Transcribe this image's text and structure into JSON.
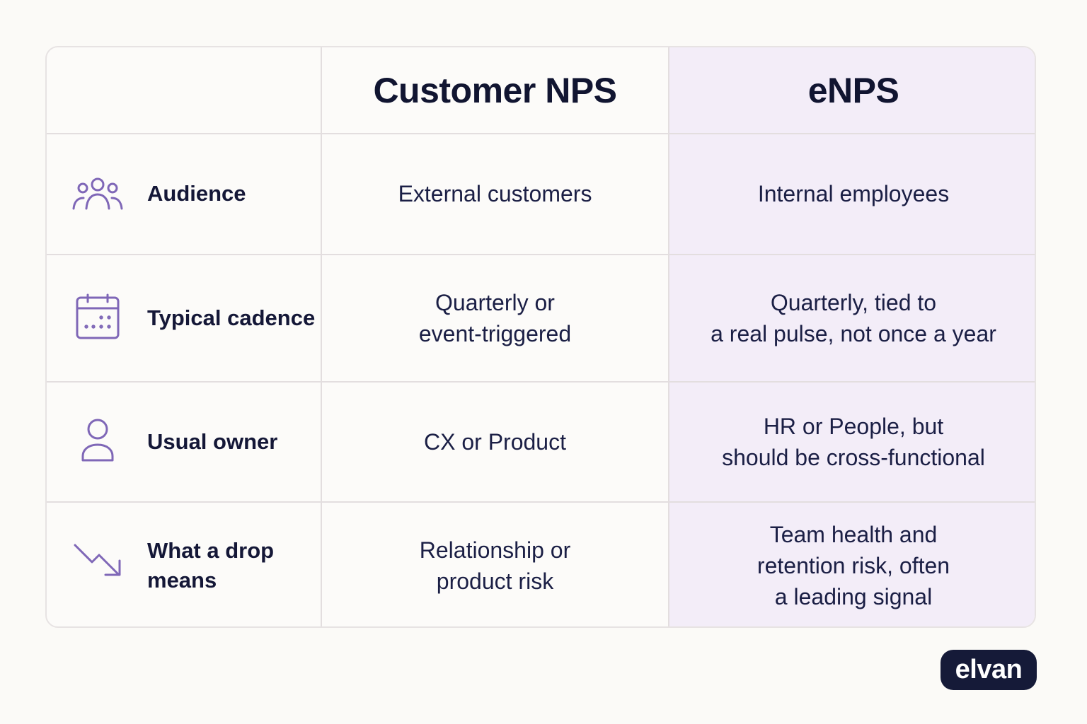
{
  "comparison": {
    "columns": [
      {
        "header": "Customer NPS"
      },
      {
        "header": "eNPS"
      }
    ],
    "rows": [
      {
        "label": "Audience",
        "icon": "people-group-icon",
        "customer_nps": "External customers",
        "enps": "Internal employees"
      },
      {
        "label": "Typical cadence",
        "icon": "calendar-icon",
        "customer_nps": "Quarterly or\nevent-triggered",
        "enps": "Quarterly, tied to\na real pulse, not once a year"
      },
      {
        "label": "Usual owner",
        "icon": "person-icon",
        "customer_nps": "CX or Product",
        "enps": "HR or People, but\nshould be cross-functional"
      },
      {
        "label": "What a drop\nmeans",
        "icon": "trend-down-icon",
        "customer_nps": "Relationship or\nproduct risk",
        "enps": "Team health and\nretention risk, often\na leading signal"
      }
    ],
    "accent_color": "#7f67b7",
    "highlight_column_color": "#f3edf8"
  },
  "brand": {
    "logo_text": "elvan"
  }
}
